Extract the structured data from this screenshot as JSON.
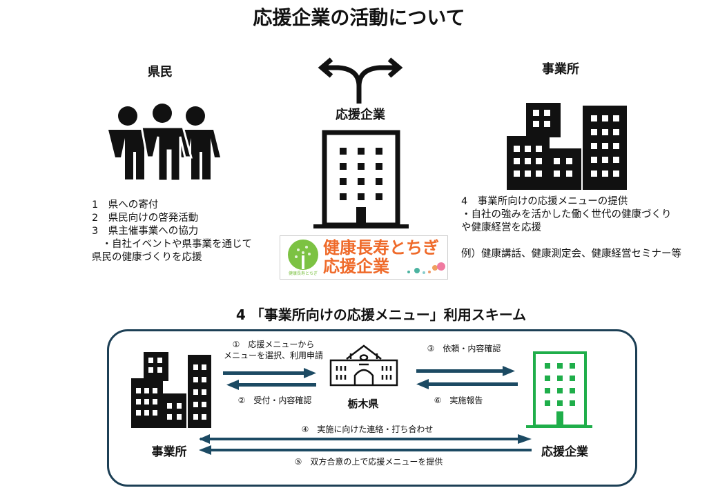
{
  "title": "応援企業の活動について",
  "residents": {
    "label": "県民",
    "lines": [
      "1　県への寄付",
      "2　県民向けの啓発活動",
      "3　県主催事業への協力",
      "　・自社イベントや県事業を通じて",
      "県民の健康づくりを応援"
    ]
  },
  "company": {
    "label": "応援企業",
    "logo_line1": "健康長寿とちぎ",
    "logo_line2": "応援企業",
    "logo_small": "健康長寿とちぎ"
  },
  "business": {
    "label": "事業所",
    "lines": [
      "4　事業所向けの応援メニューの提供",
      " ・自社の強みを活かした働く世代の健康づくり",
      " や健康経営を応援"
    ],
    "example": "例）健康講話、健康測定会、健康経営セミナー等"
  },
  "scheme": {
    "title": "4 「事業所向けの応援メニュー」利用スキーム",
    "left_label": "事業所",
    "center_label": "栃木県",
    "right_label": "応援企業",
    "step1_line1": "①　応援メニューから",
    "step1_line2": "メニューを選択、利用申請",
    "step2": "②　受付・内容確認",
    "step3": "③　依頼・内容確認",
    "step6": "⑥　実施報告",
    "step4": "④　実施に向けた連絡・打ち合わせ",
    "step5": "⑤　双方合意の上で応援メニューを提供"
  },
  "colors": {
    "arrow": "#1c4a63",
    "green": "#1fae4a",
    "logo_orange": "#ef6a2a",
    "box_border": "#1c3f55"
  }
}
